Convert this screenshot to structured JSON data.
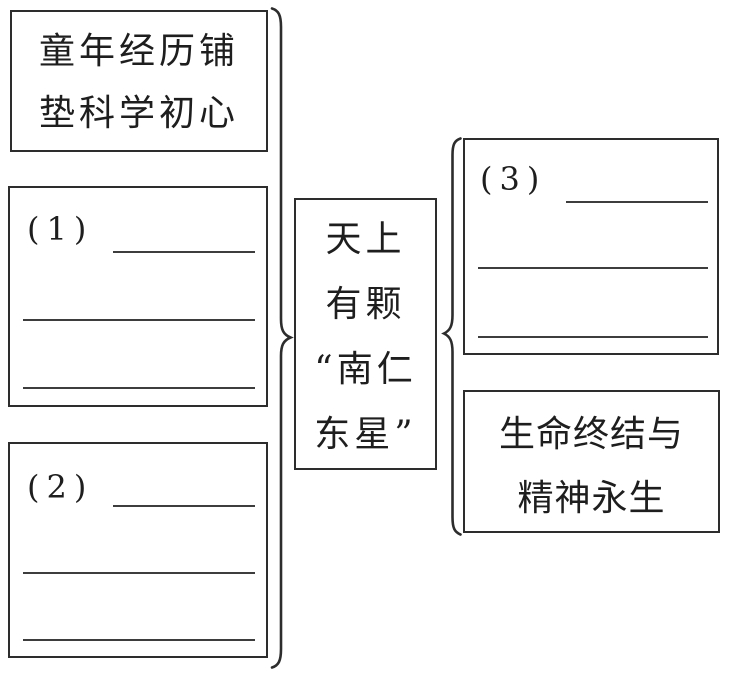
{
  "colors": {
    "ink": "#2d2d2d",
    "paper": "#ffffff"
  },
  "center_title": {
    "lines": [
      "天上",
      "有颗",
      "“南仁",
      "东星”"
    ]
  },
  "left_column": {
    "top_box": {
      "line1": "童年经历铺",
      "line2": "垫科学初心"
    },
    "blank_box_1": {
      "label": "(1)"
    },
    "blank_box_2": {
      "label": "(2)"
    }
  },
  "right_column": {
    "blank_box_3": {
      "label": "(3)"
    },
    "bottom_box": {
      "line1": "生命终结与",
      "line2": "精神永生"
    }
  }
}
